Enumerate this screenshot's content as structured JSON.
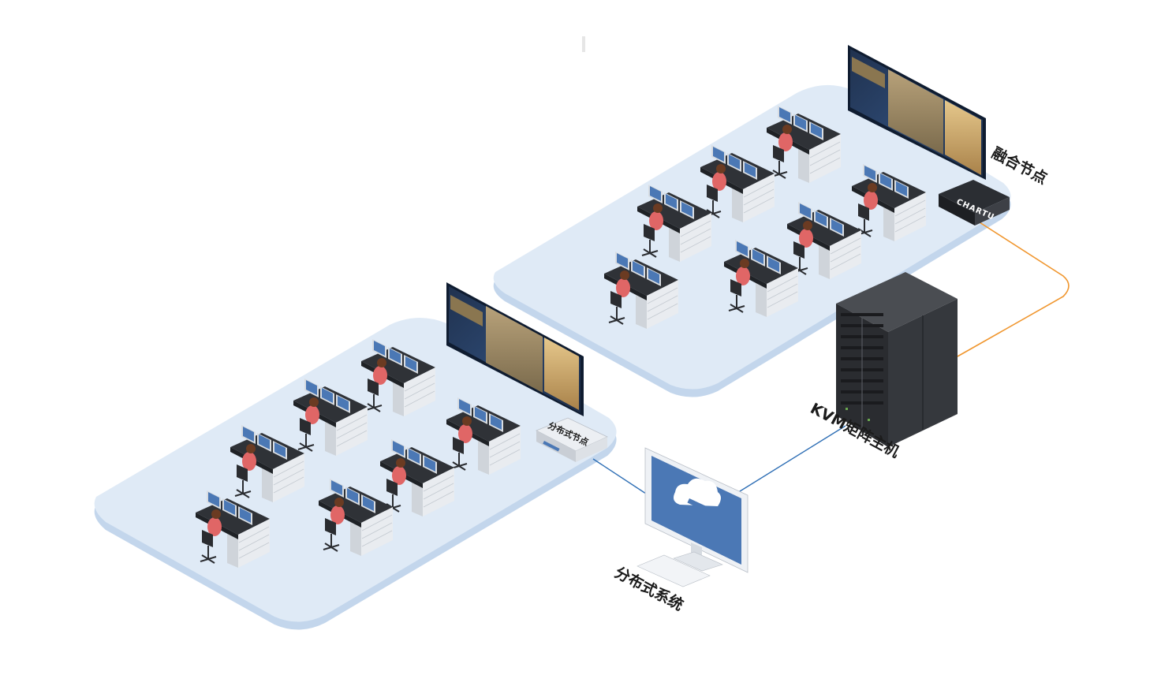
{
  "labels": {
    "fusion_node": "融合节点",
    "kvm_host": "KVM矩阵主机",
    "distributed_node": "分布式节点",
    "distributed_system": "分布式系统",
    "brand": "CHARTU"
  },
  "colors": {
    "platform": "#dfeaf6",
    "platform_edge": "#c7d8ec",
    "fiber_link": "#f0962e",
    "network_link": "#2f6fb5",
    "cabinet": "#3a3d42",
    "monitor_screen": "#4b78b5",
    "operator_shirt": "#e06666"
  }
}
